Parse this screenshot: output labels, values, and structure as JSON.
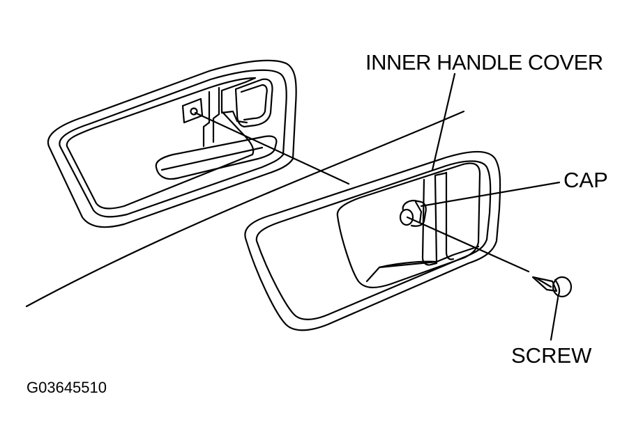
{
  "labels": {
    "inner_handle_cover": "INNER HANDLE COVER",
    "cap": "CAP",
    "screw": "SCREW"
  },
  "figure_code": "G03645510",
  "colors": {
    "line": "#000000",
    "background": "#ffffff"
  }
}
